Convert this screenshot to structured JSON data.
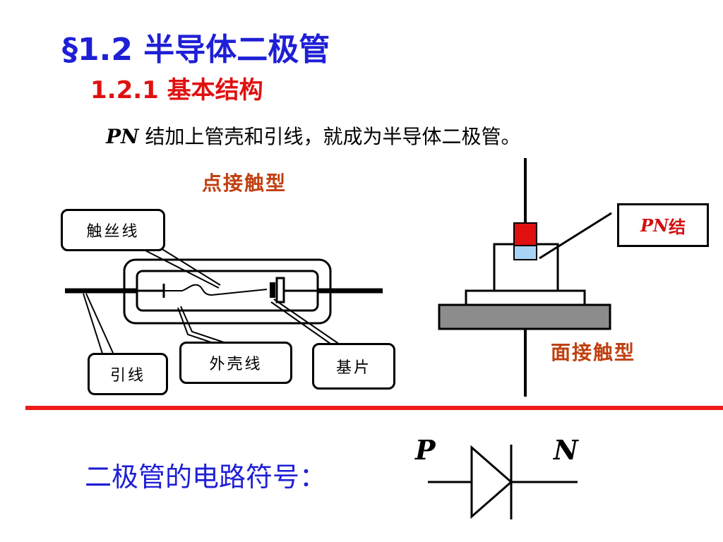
{
  "section_title": "§1.2  半导体二极管",
  "subsection_title": "1.2.1  基本结构",
  "intro": {
    "pn": "PN",
    "text": " 结加上管壳和引线，就成为半导体二极管。"
  },
  "point_contact": {
    "type_label": "点接触型",
    "labels": {
      "whisker": "触丝线",
      "lead": "引线",
      "shell": "外壳线",
      "substrate": "基片"
    }
  },
  "surface_contact": {
    "type_label": "面接触型",
    "pn_junction_label": {
      "pn": "PN",
      "text": "结"
    }
  },
  "symbol": {
    "label": "二极管的电路符号：",
    "p": "P",
    "n": "N"
  },
  "colors": {
    "title": "#1f1fd6",
    "subtitle": "#e01010",
    "type_label": "#c04010",
    "divider": "#ee1c1c",
    "p_region": "#e01010",
    "n_region": "#a9d3f5",
    "base": "#8c8c8c"
  }
}
